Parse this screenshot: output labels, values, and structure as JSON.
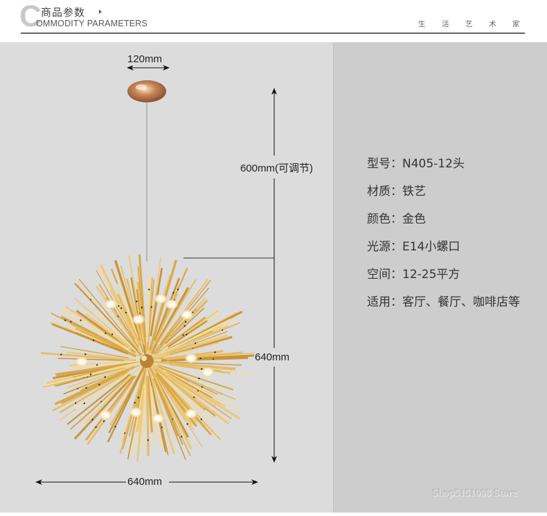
{
  "header": {
    "big_letter": "C",
    "title_cn": "商品参数",
    "title_en": "OMMODITY PARAMETERS",
    "tagline": [
      "生",
      "活",
      "艺",
      "术",
      "家"
    ]
  },
  "dimensions": {
    "canopy_width": "120mm",
    "cord_length": "600mm(可调节)",
    "height": "640mm",
    "width": "640mm"
  },
  "specs": [
    {
      "label": "型号",
      "value": "N405-12头"
    },
    {
      "label": "材质",
      "value": "铁艺"
    },
    {
      "label": "颜色",
      "value": "金色"
    },
    {
      "label": "光源",
      "value": "E14小螺口"
    },
    {
      "label": "空间",
      "value": "12-25平方"
    },
    {
      "label": "适用",
      "value": "客厅、餐厅、咖啡店等"
    }
  ],
  "watermark": "Shop5151008 Store",
  "colors": {
    "left_panel": "#dcdcdc",
    "right_panel": "#cdcdcd",
    "gold": "#d9a84a",
    "gold_light": "#ecc97a",
    "header_rule": "#666666"
  },
  "product_image": {
    "name": "gold-dandelion-sputnik-chandelier",
    "bulbs": 12
  }
}
